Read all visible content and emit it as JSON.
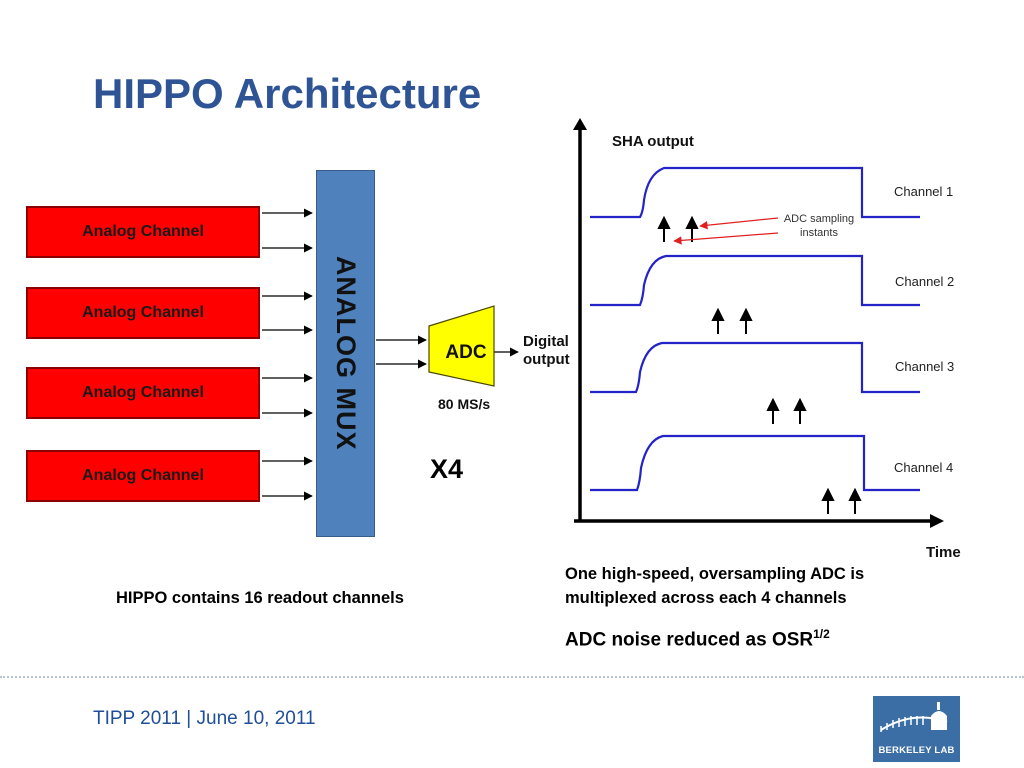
{
  "slide": {
    "title": "HIPPO Architecture",
    "footer": "TIPP 2011 | June 10, 2011"
  },
  "block_diagram": {
    "channels": [
      "Analog Channel",
      "Analog Channel",
      "Analog Channel",
      "Analog Channel"
    ],
    "mux_label": "ANALOG MUX",
    "adc_label": "ADC",
    "output_label_line1": "Digital",
    "output_label_line2": "output",
    "adc_rate": "80 MS/s",
    "multiplier": "X4",
    "caption": "HIPPO contains 16 readout channels"
  },
  "timing_diagram": {
    "y_axis_label": "SHA output",
    "x_axis_label": "Time",
    "channel_labels": [
      "Channel 1",
      "Channel 2",
      "Channel 3",
      "Channel 4"
    ],
    "sampling_annotation_line1": "ADC sampling",
    "sampling_annotation_line2": "instants",
    "caption_line1": "One high-speed, oversampling ADC is",
    "caption_line2": "multiplexed across each 4 channels",
    "noise_text": "ADC noise reduced as OSR",
    "noise_superscript": "1/2"
  },
  "logo": {
    "text": "BERKELEY LAB"
  },
  "colors": {
    "title": "#2f5496",
    "channel_fill": "#ff0000",
    "mux_fill": "#4f81bd",
    "adc_fill": "#ffff00",
    "waveform": "#2323c8",
    "annotation_arrow": "#e02020",
    "footer": "#1f4e9a",
    "logo_bg": "#3a6ea5"
  }
}
